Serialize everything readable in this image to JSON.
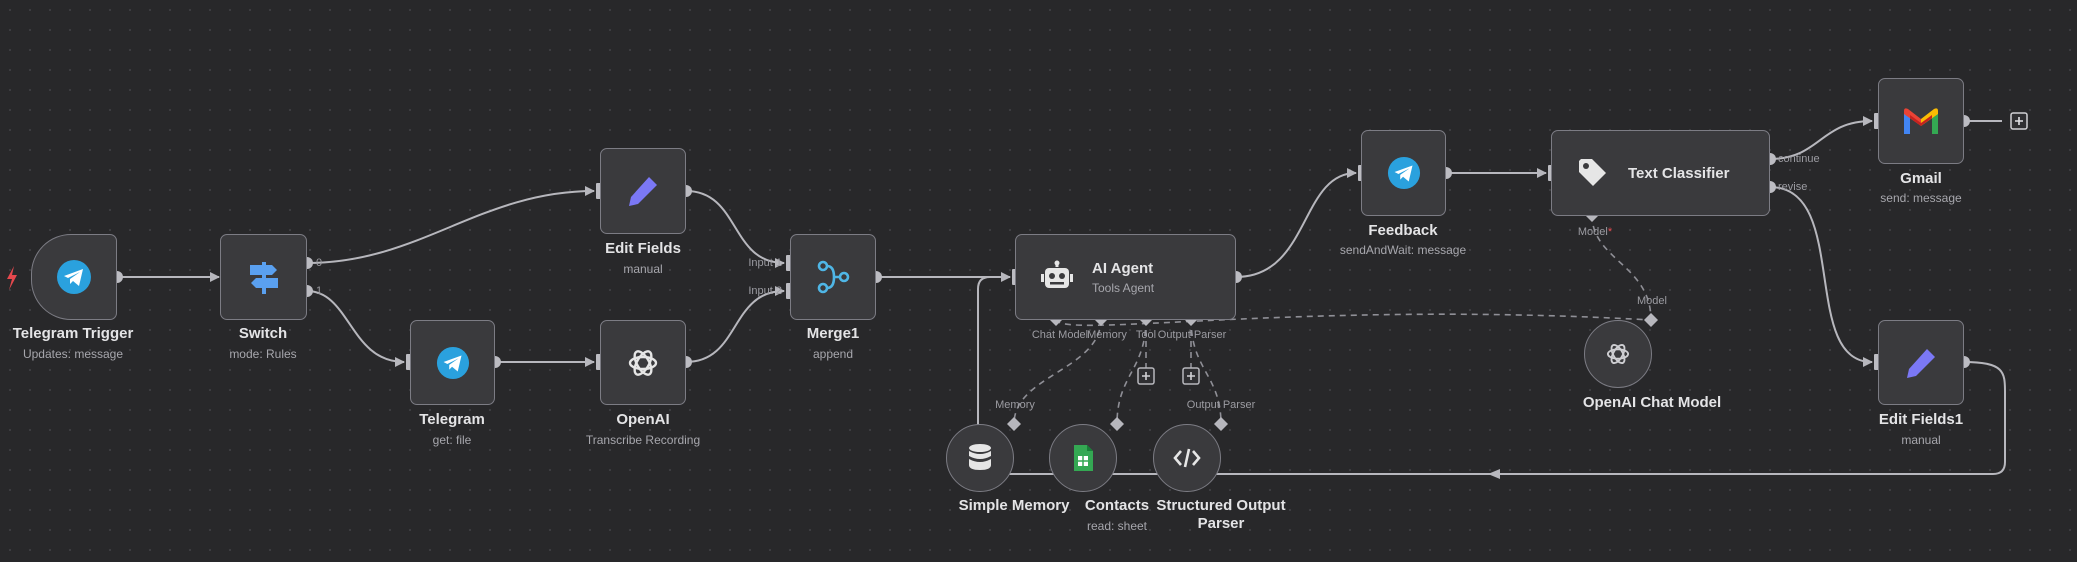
{
  "nodes": {
    "telegram_trigger": {
      "title": "Telegram Trigger",
      "subtitle": "Updates: message",
      "icon": "telegram-icon"
    },
    "switch": {
      "title": "Switch",
      "subtitle": "mode: Rules",
      "icon": "signpost-icon",
      "outputs": [
        "0",
        "1"
      ]
    },
    "edit_fields": {
      "title": "Edit Fields",
      "subtitle": "manual",
      "icon": "pencil-icon"
    },
    "telegram": {
      "title": "Telegram",
      "subtitle": "get: file",
      "icon": "telegram-icon"
    },
    "openai": {
      "title": "OpenAI",
      "subtitle": "Transcribe Recording",
      "icon": "openai-icon"
    },
    "merge": {
      "title": "Merge1",
      "subtitle": "append",
      "icon": "merge-icon",
      "inputs": [
        "Input 1",
        "Input 2"
      ]
    },
    "ai_agent": {
      "title": "AI Agent",
      "subtitle": "Tools Agent",
      "icon": "robot-icon",
      "ports": [
        "Chat Model",
        "Memory",
        "Tool",
        "Output Parser"
      ]
    },
    "feedback": {
      "title": "Feedback",
      "subtitle": "sendAndWait: message",
      "icon": "telegram-icon"
    },
    "text_classifier": {
      "title": "Text Classifier",
      "icon": "tag-icon",
      "outputs": [
        "continue",
        "revise"
      ],
      "model_port": "Model",
      "model_required": "*"
    },
    "gmail": {
      "title": "Gmail",
      "subtitle": "send: message",
      "icon": "gmail-icon"
    },
    "edit_fields1": {
      "title": "Edit Fields1",
      "subtitle": "manual",
      "icon": "pencil-icon"
    },
    "openai_chat_model": {
      "title": "OpenAI Chat Model",
      "icon": "openai-icon",
      "port_label": "Model"
    },
    "simple_memory": {
      "title": "Simple Memory",
      "icon": "database-icon",
      "port_label": "Memory"
    },
    "contacts": {
      "title": "Contacts",
      "subtitle": "read: sheet",
      "icon": "google-sheets-icon"
    },
    "structured_output_parser": {
      "title": "Structured Output Parser",
      "icon": "code-icon",
      "port_label": "Output Parser"
    }
  },
  "colors": {
    "accent_telegram": "#2aa1de",
    "pencil": "#7b78f5",
    "openai": "#e6e6e6",
    "sheets": "#34a853"
  }
}
